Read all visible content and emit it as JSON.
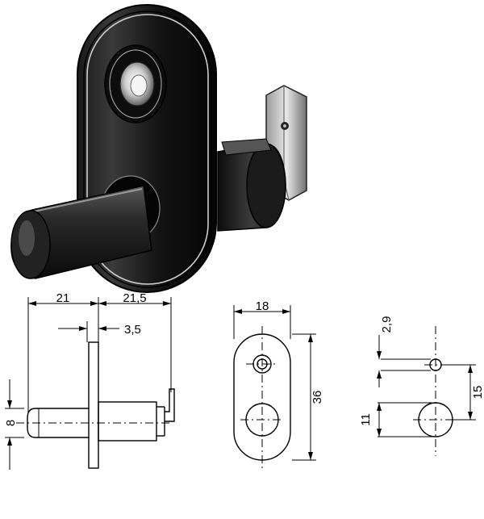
{
  "photo": {
    "subject": "door-contact-switch"
  },
  "drawing_side": {
    "dim_body_length": "21",
    "dim_plunger_length": "21,5",
    "dim_flange_thickness": "3,5",
    "dim_height": "8"
  },
  "drawing_front": {
    "dim_width": "18",
    "dim_length": "36"
  },
  "drawing_cutout": {
    "dim_small_hole": "2,9",
    "dim_large_hole": "11",
    "dim_center_distance": "15"
  }
}
